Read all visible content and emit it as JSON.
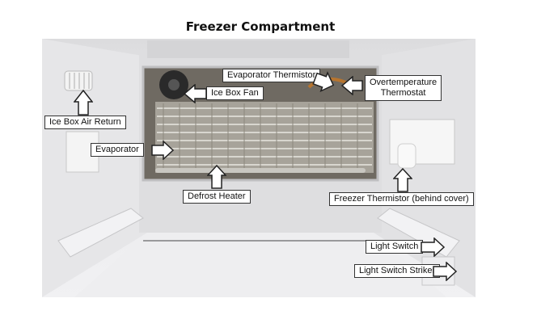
{
  "title": "Freezer Compartment",
  "labels": {
    "evaporator_thermistor": "Evaporator Thermistor",
    "overtemperature_line1": "Overtemperature",
    "overtemperature_line2": "Thermostat",
    "ice_box_fan": "Ice Box Fan",
    "ice_box_air_return": "Ice Box Air Return",
    "evaporator": "Evaporator",
    "defrost_heater": "Defrost Heater",
    "freezer_thermistor": "Freezer Thermistor (behind cover)",
    "light_switch": "Light Switch",
    "light_switch_striker": "Light Switch Striker"
  }
}
